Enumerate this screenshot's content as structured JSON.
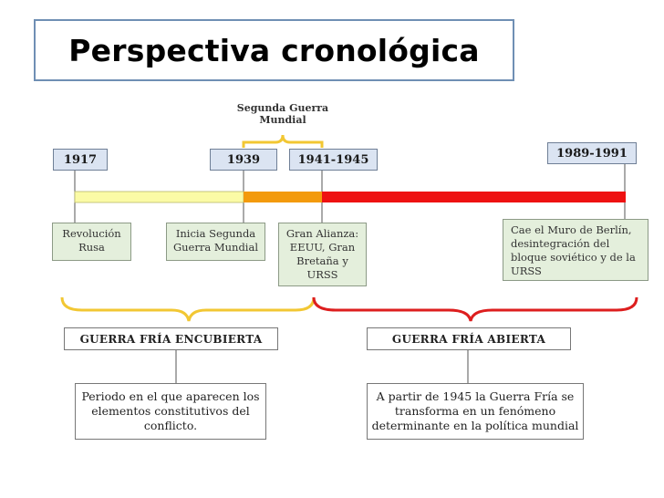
{
  "title": "Perspectiva cronológica",
  "bracket_label": "Segunda Guerra\nMundial",
  "years": {
    "y1917": "1917",
    "y1939": "1939",
    "y1941": "1941-1945",
    "y1989": "1989-1991"
  },
  "events": {
    "e1917": "Revolución\nRusa",
    "e1939": "Inicia Segunda\nGuerra Mundial",
    "e1941": "Gran Alianza:\nEEUU, Gran\nBretaña y\nURSS",
    "e1989": "Cae el Muro de Berlín,\ndesintegración del\nbloque soviético y de la\nURSS"
  },
  "phases": {
    "covert": {
      "label": "GUERRA FRÍA ENCUBIERTA",
      "description": "Periodo en el que aparecen los\nelementos constitutivos del\nconflicto."
    },
    "open": {
      "label": "GUERRA FRÍA ABIERTA",
      "description": "A partir de 1945 la Guerra Fría se\ntransforma en un fenómeno\ndeterminante en la política mundial"
    }
  },
  "colors": {
    "segment_1": "#fbfba6",
    "segment_2": "#f39a0c",
    "segment_3": "#ee1111",
    "brace_yellow": "#f2c733",
    "brace_red": "#dd1e1e"
  }
}
